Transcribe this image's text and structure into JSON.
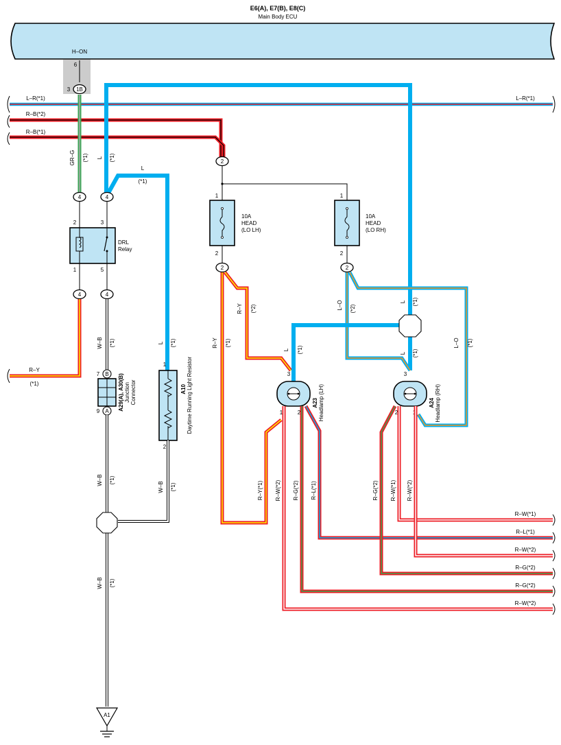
{
  "ecu": {
    "ids": "E6(A), E7(B), E8(C)",
    "name": "Main Body ECU",
    "terminal": "H–ON",
    "terminal_pin": "6"
  },
  "ecu_connector": {
    "id": "1B",
    "pin": "3"
  },
  "left_wires": {
    "lr": "L–R(*1)",
    "rb2": "R–B(*2)",
    "rb1": "R–B(*1)",
    "ry": "R–Y",
    "ry_note": "(*1)"
  },
  "right_wires": {
    "lr": "L–R(*1)"
  },
  "vertical_labels": {
    "grg": "GR–G",
    "grg_note": "(*1)",
    "l_a": "L",
    "l_a_note": "(*1)",
    "l_b": "L",
    "l_b_note": "(*1)",
    "wb_a": "W–B",
    "wb_a_note": "(*1)",
    "l_res": "L",
    "l_res_note": "(*1)",
    "wb_b": "W–B",
    "wb_b_note": "(*1)",
    "wb_c": "W–B",
    "wb_c_note": "(*1)",
    "wb_d": "W–B",
    "wb_d_note": "(*1)",
    "ry_a": "R–Y",
    "ry_a_note": "(*2)",
    "ry_b": "R–Y",
    "ry_b_note": "(*1)",
    "l_c": "L",
    "l_c_note": "(*1)",
    "lo_a": "L–O",
    "lo_a_note": "(*2)",
    "l_d": "L",
    "l_d_note": "(*1)",
    "l_e": "L",
    "l_e_note": "(*1)",
    "lo_b": "L–O",
    "lo_b_note": "(*1)",
    "ry1": "R–Y(*1)",
    "rw2a": "R–W(*2)",
    "rg2a": "R–G(*2)",
    "rl1": "R–L(*1)",
    "rg2b": "R–G(*2)",
    "rw1": "R–W(*1)",
    "rw2b": "R–W(*2)"
  },
  "junction_labels": {
    "j4a": "4",
    "j4b": "4",
    "j4c": "4",
    "j4d": "4",
    "j2a": "2",
    "j2b": "2",
    "j2c": "2"
  },
  "drl_relay": {
    "label": "DRL",
    "label2": "Relay",
    "p2": "2",
    "p3": "3",
    "p1": "1",
    "p5": "5"
  },
  "fuse_lh": {
    "rating": "10A",
    "name": "HEAD",
    "sub": "(LO LH)",
    "p1": "1",
    "p2": "2"
  },
  "fuse_rh": {
    "rating": "10A",
    "name": "HEAD",
    "sub": "(LO RH)",
    "p1": "1",
    "p2": "2"
  },
  "junction_connector": {
    "pinB": "B",
    "pinA": "A",
    "p7": "7",
    "p9": "9",
    "id": "A29(A), A30(B)",
    "name": "Junction",
    "name2": "Connector"
  },
  "resistor": {
    "id": "A10",
    "name": "Daytime Running Light Resistor",
    "p1": "1",
    "p2": "2"
  },
  "headlamp_lh": {
    "id": "A23",
    "name": "Headlamp (LH)",
    "p3": "3",
    "p1": "1",
    "p2": "2"
  },
  "headlamp_rh": {
    "id": "A24",
    "name": "Headlamp (RH)",
    "p3": "3",
    "p2": "2",
    "p1": "1"
  },
  "ground": {
    "id": "A1"
  },
  "outputs": [
    "R–W(*1)",
    "R–L(*1)",
    "R–W(*2)",
    "R–G(*2)",
    "R–G(*2)",
    "R–W(*2)"
  ],
  "colors": {
    "ecu_fill": "#bfe4f4",
    "blue_wire": "#00aeef",
    "red_wire": "#ed1c24",
    "yellow_stripe": "#fff200",
    "green_stripe": "#3aa655",
    "white_stripe": "#ffffff",
    "orange_stripe": "#f7941d"
  }
}
